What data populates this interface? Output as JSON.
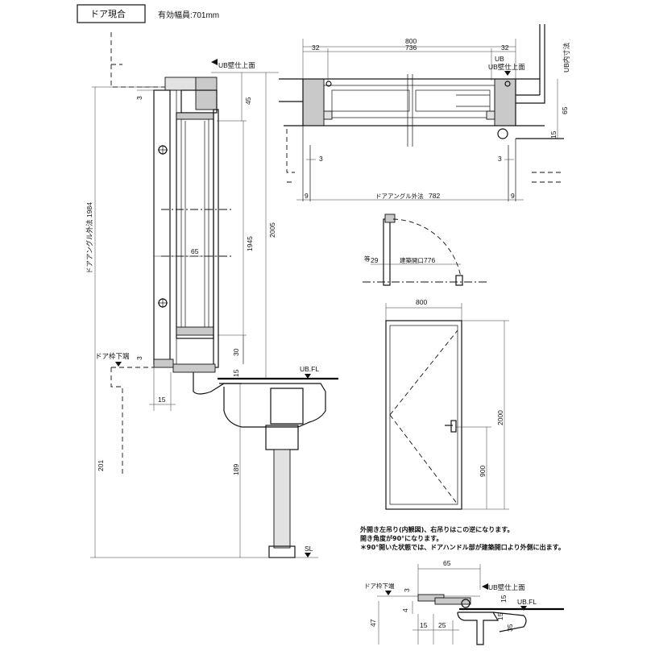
{
  "header": {
    "title": "ドア現合",
    "effective_width": "有効幅員:701mm"
  },
  "labels": {
    "ub_wall_top": "UB壁仕上面",
    "ub_wall_top_plan": "UB壁仕上面",
    "ub_plan_prefix": "UB",
    "ub_inner": "UB内寸法",
    "door_frame_bottom": "ドア枠下端",
    "door_frame_bottom_detail": "ドア枠下端",
    "ub_fl": "UB.FL",
    "ub_fl_detail": "UB.FL",
    "sl": "SL",
    "door_angle_outer": "ドアアングル外法",
    "door_angle_outer_plan": "ドアアングル外法",
    "opening_width": "建築開口",
    "ub_wall_top_detail": "UB壁仕上面"
  },
  "dims": {
    "plan_800": "800",
    "plan_32a": "32",
    "plan_736": "736",
    "plan_32b": "32",
    "plan_65": "65",
    "plan_15": "15",
    "plan_3a": "3",
    "plan_3b": "3",
    "plan_9a": "9",
    "plan_9b": "9",
    "plan_782": "782",
    "sec_3top": "3",
    "sec_45": "45",
    "sec_1984": "1984",
    "sec_1945": "1945",
    "sec_2005": "2005",
    "sec_65": "65",
    "sec_30": "30",
    "sec_3bot": "3",
    "sec_15a": "15",
    "sec_15b": "15",
    "sec_201": "201",
    "sec_189": "189",
    "swing_29": "29",
    "swing_776": "776",
    "elev_800": "800",
    "elev_2000": "2000",
    "elev_900": "900",
    "det_65": "65",
    "det_3": "3",
    "det_4": "4",
    "det_15a": "15",
    "det_15b": "15",
    "det_25": "25",
    "det_47": "47",
    "det_35": "35",
    "det_15c": "15"
  },
  "notes": [
    "外開き左吊り(内観図)、右吊りはこの逆になります。",
    "開き角度が90°になります。",
    "＊90°開いた状態では、ドアハンドル部が建築開口より外側に出ます。"
  ]
}
